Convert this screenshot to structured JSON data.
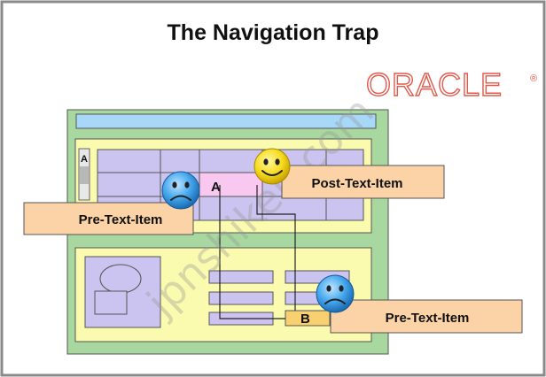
{
  "title": "The Navigation Trap",
  "logo": {
    "text": "ORACLE",
    "registered": "®",
    "color": "#e05a4e"
  },
  "watermark": "jpnshiken.com",
  "callouts": {
    "pre_text_left": "Pre-Text-Item",
    "post_text": "Post-Text-Item",
    "pre_text_right": "Pre-Text-Item"
  },
  "items": {
    "a_small": "A",
    "a_highlight": "A",
    "b": "B"
  },
  "faces": {
    "happy": "happy-face-icon",
    "sad_top": "sad-face-icon",
    "sad_bottom": "sad-face-icon"
  },
  "colors": {
    "frame_border": "#8a8a8a",
    "window_bg": "#a8d8a0",
    "title_bar": "#a8d8f8",
    "block_bg": "#fbfbb0",
    "grid_bg": "#ccc4f0",
    "callout": "#fbd3a6",
    "highlight": "#f8c8f0",
    "item_b": "#f8d070",
    "happy_face": "#f8e020",
    "sad_face": "#3da0e8"
  }
}
